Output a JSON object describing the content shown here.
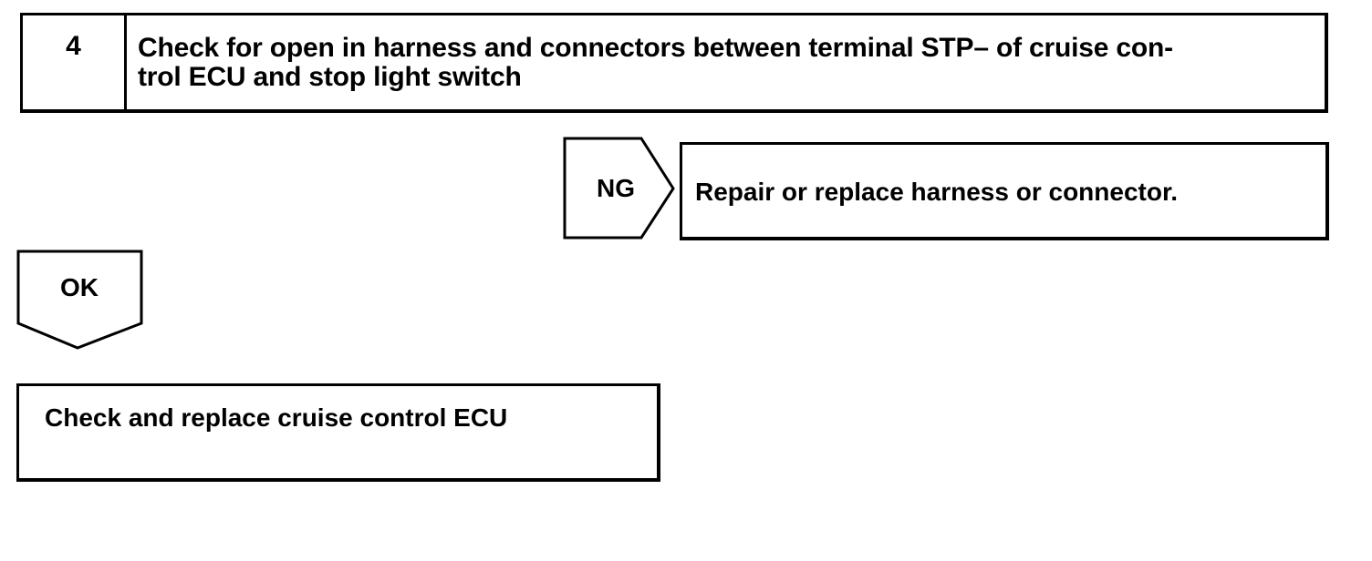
{
  "step": {
    "number": "4",
    "title_lines": [
      "Check for open in harness and connectors between terminal STP– of cruise con-",
      "trol ECU  and stop light switch"
    ]
  },
  "ng_branch": {
    "label": "NG",
    "result": "Repair or replace harness or connector."
  },
  "ok_branch": {
    "label": "OK",
    "result": "Check and replace cruise control ECU"
  },
  "colors": {
    "line": "#000000",
    "background": "#ffffff"
  }
}
